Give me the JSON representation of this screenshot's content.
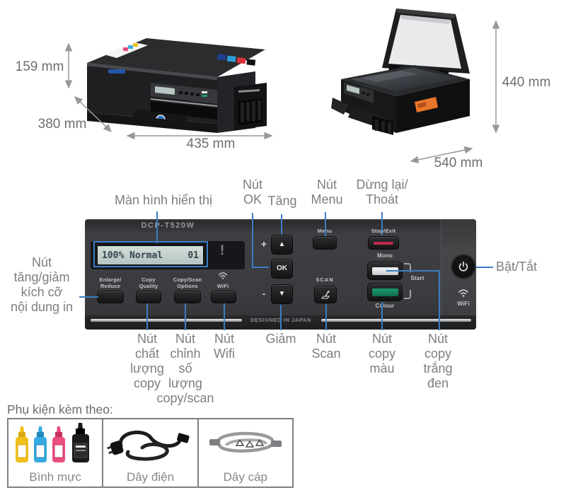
{
  "colors": {
    "callout_line": "#3b7dc4",
    "dimension_line": "#97989a",
    "stop_exit_bar": "#c12b53",
    "mono_bar": "#e9eaec",
    "colour_bar": "#17845f"
  },
  "front_view": {
    "height": "159 mm",
    "depth": "380 mm",
    "width": "435 mm"
  },
  "open_view": {
    "height": "440 mm",
    "depth": "540 mm"
  },
  "callouts": {
    "display": "Màn hình hiển thị",
    "ok": "Nút\nOK",
    "increase": "Tăng",
    "menu": "Nút\nMenu",
    "stop_exit": "Dừng lại/\nThoát",
    "enlarge_reduce": "Nút\ntăng/giảm\nkích cỡ\nnội dung in",
    "power": "Bật/Tắt",
    "copy_quality": "Nút\nchất\nlượng\ncopy",
    "copy_scan_options": "Nút\nchỉnh\nsố\nlượng\ncopy/scan",
    "wifi": "Nút\nWifi",
    "decrease": "Giảm",
    "scan": "Nút\nScan",
    "copy_colour": "Nút\ncopy\nmàu",
    "copy_mono": "Nút\ncopy\ntrắng\nđen"
  },
  "panel": {
    "model": "DCP-T520W",
    "lcd_text": "100% Normal",
    "lcd_page": "01",
    "warning": "!",
    "btn_enlarge": "Enlarge/\nReduce",
    "btn_copy_quality": "Copy\nQuality",
    "btn_copy_scan": "Copy/Scan\nOptions",
    "btn_wifi": "WiFi",
    "plus": "+",
    "minus": "-",
    "up": "▲",
    "down": "▼",
    "ok": "OK",
    "menu": "Menu",
    "stop_exit": "Stop/Exit",
    "scan": "SCAN",
    "mono": "Mono",
    "colour": "Colour",
    "start": "Start",
    "wifi_indicator": "WiFi",
    "designed": "DESIGNED IN JAPAN"
  },
  "accessories": {
    "title": "Phụ kiện kèm theo:",
    "items": [
      {
        "label": "Bình mực"
      },
      {
        "label": "Dây điện"
      },
      {
        "label": "Dây cáp"
      }
    ]
  }
}
